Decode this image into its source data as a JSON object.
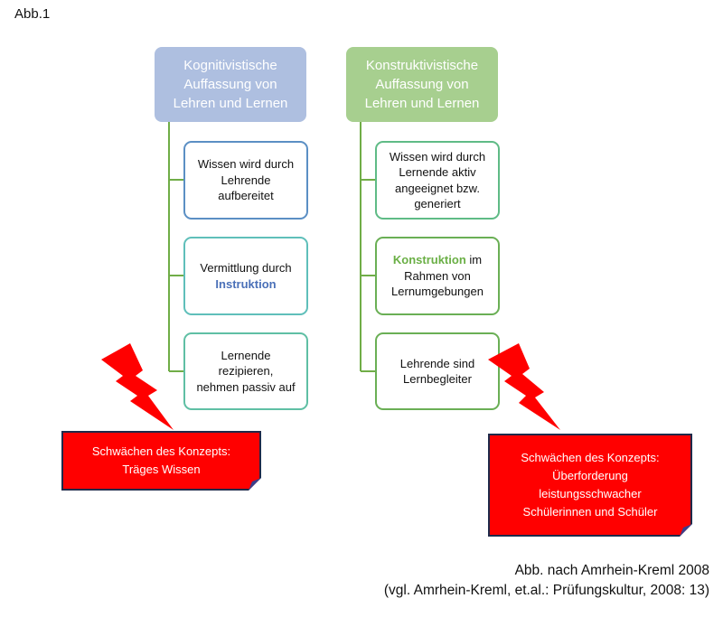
{
  "figure_label": "Abb.1",
  "left_column": {
    "title": "Kognitivistische Auffassung von Lehren und Lernen",
    "title_lines": [
      "Kognitivistische",
      "Auffassung von",
      "Lehren und Lernen"
    ],
    "color": "#aebfe0",
    "items": [
      {
        "lines": [
          "Wissen wird durch",
          "Lehrende",
          "aufbereitet"
        ],
        "border": "#5b8fc4"
      },
      {
        "lines": [
          "Vermittlung durch"
        ],
        "keyword": "Instruktion",
        "keyword_color": "#4a70b8",
        "border": "#5fbfba"
      },
      {
        "lines": [
          "Lernende",
          "rezipieren,",
          "nehmen passiv auf"
        ],
        "border": "#5fbfa4"
      }
    ],
    "weakness": {
      "lines": [
        "Schwächen des Konzepts:",
        "Träges Wissen"
      ]
    }
  },
  "right_column": {
    "title": "Konstruktivistische Auffassung von Lehren und Lernen",
    "title_lines": [
      "Konstruktivistische",
      "Auffassung von",
      "Lehren und Lernen"
    ],
    "color": "#a7cf8f",
    "items": [
      {
        "lines": [
          "Wissen wird durch",
          "Lernende aktiv",
          "angeeignet bzw.",
          "generiert"
        ],
        "border": "#5fbb86"
      },
      {
        "keyword": "Konstruktion",
        "keyword_color": "#6aaf45",
        "after_keyword": " im",
        "lines": [
          "Rahmen von",
          "Lernumgebungen"
        ],
        "border": "#6aaf55"
      },
      {
        "lines": [
          "Lehrende sind",
          "Lernbegleiter"
        ],
        "border": "#6aaf55"
      }
    ],
    "weakness": {
      "lines": [
        "Schwächen des Konzepts:",
        "Überforderung",
        "leistungsschwacher",
        "Schülerinnen und Schüler"
      ]
    }
  },
  "connector_color": "#70ad47",
  "warning_color": "#ff0000",
  "citation": {
    "line1": "Abb. nach Amrhein-Kreml 2008",
    "line2": "(vgl. Amrhein-Kreml, et.al.: Prüfungskultur, 2008: 13)"
  }
}
